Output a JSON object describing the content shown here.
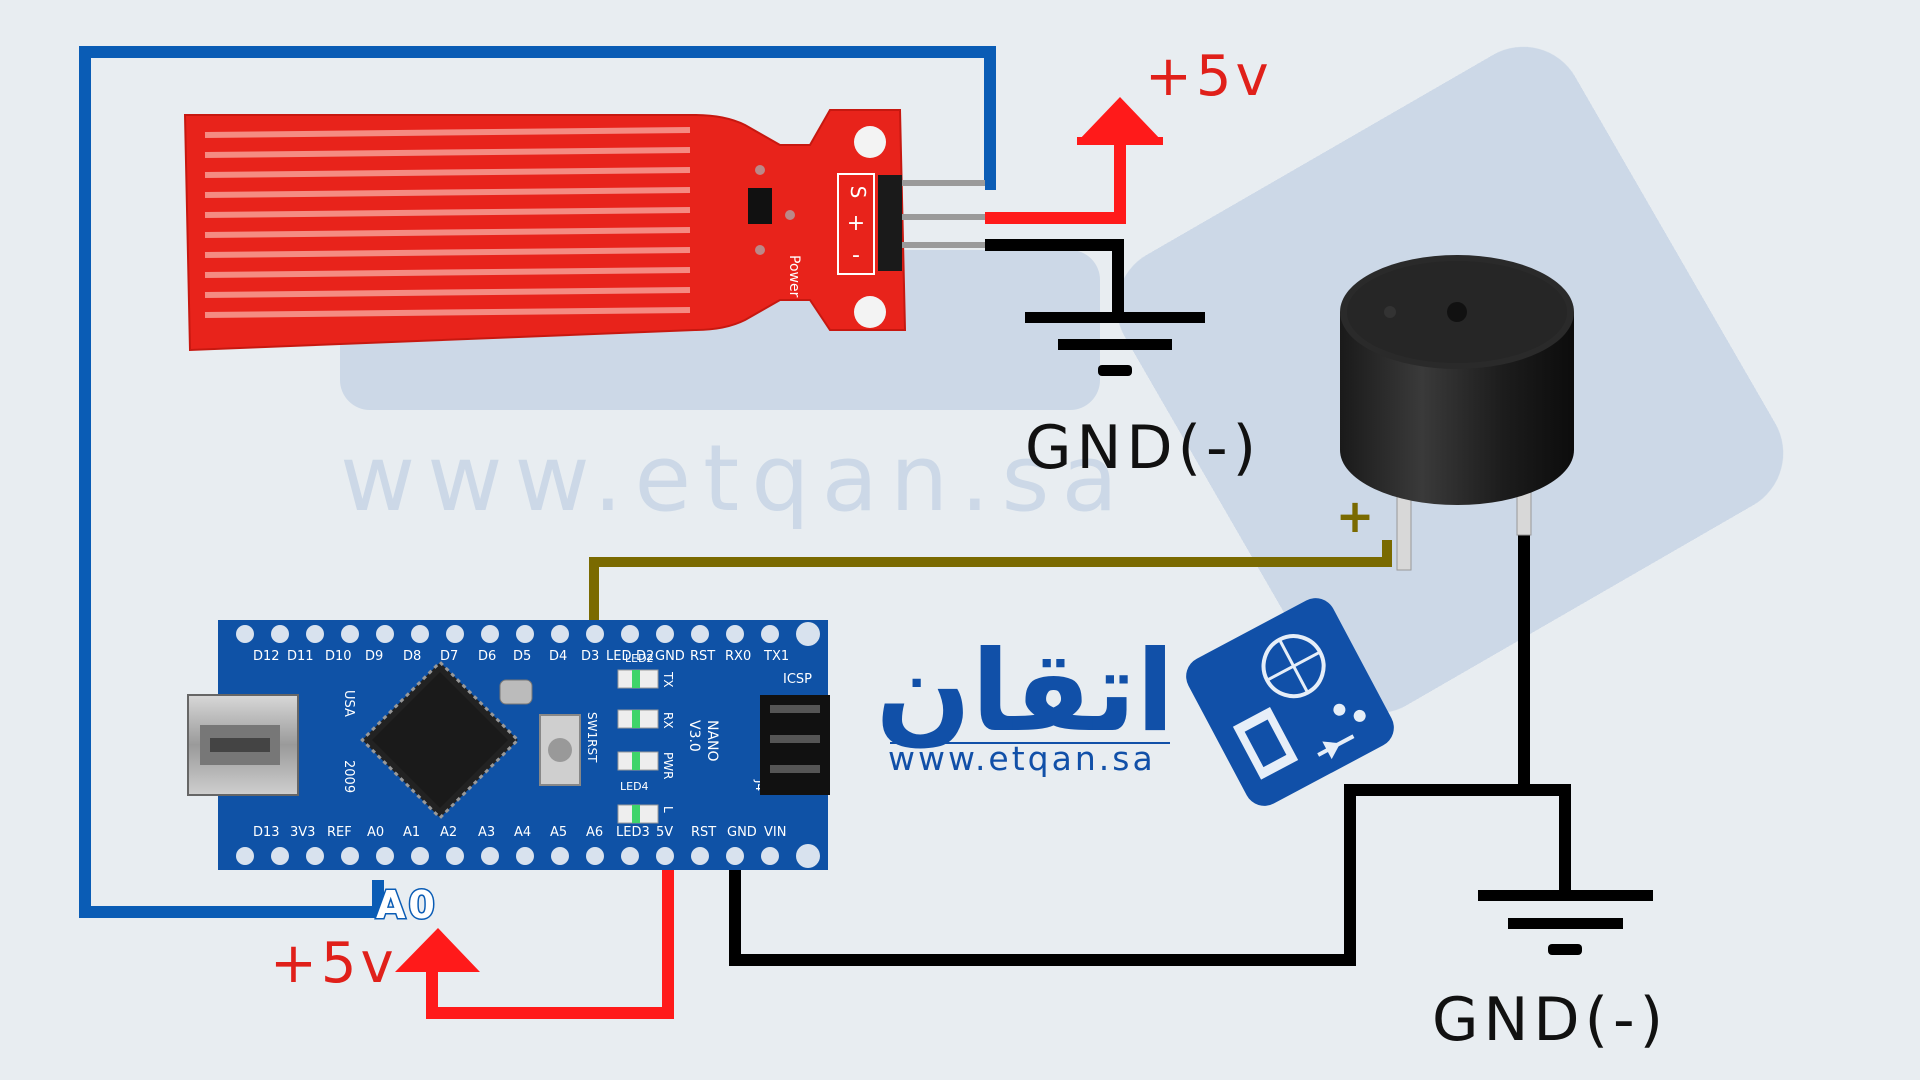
{
  "labels": {
    "plus5v_top": "+5v",
    "plus5v_bottom": "+5v",
    "gnd_top": "GND(-)",
    "gnd_bottom": "GND(-)",
    "a0": "A0",
    "buzzer_plus": "+"
  },
  "sensor": {
    "pins": [
      "S",
      "+",
      "-"
    ],
    "power_label": "Power"
  },
  "nano": {
    "top_pins": [
      "D12",
      "D11",
      "D10",
      "D9",
      "D8",
      "D7",
      "D6",
      "D5",
      "D4",
      "D3",
      "LED",
      "D2",
      "GND",
      "RST",
      "RX0",
      "TX1"
    ],
    "bottom_pins": [
      "D13",
      "3V3",
      "REF",
      "A0",
      "A1",
      "A2",
      "A3",
      "A4",
      "A5",
      "A6",
      "LED3",
      "5V",
      "RST",
      "GND",
      "VIN"
    ],
    "texts": [
      "USA",
      "2009",
      "NANO",
      "V3.0",
      "SW1RST",
      "ICSP",
      "J4",
      "TX",
      "RX",
      "PWR",
      "L",
      "LED2",
      "LED4"
    ]
  },
  "brand": {
    "arabic": "اتقان",
    "url": "www.etqan.sa",
    "watermark": "www.etqan.sa"
  },
  "colors": {
    "signal_wire": "#0a5cb5",
    "power_wire": "#ff1a1a",
    "ground_wire": "#000000",
    "buzzer_wire": "#7a6a00",
    "label_red": "#e0201a",
    "brand_blue": "#1150a8",
    "nano_board": "#0f52a6",
    "sensor_board": "#e8231b"
  }
}
